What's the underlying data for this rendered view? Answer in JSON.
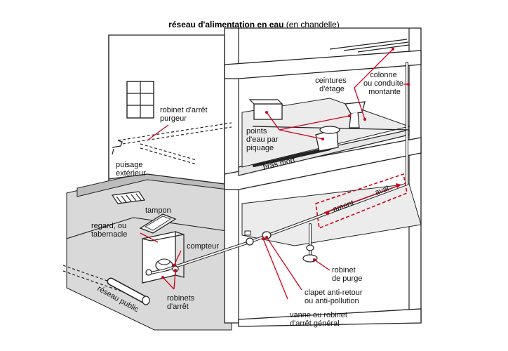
{
  "title": {
    "bold": "réseau d'alimentation en eau",
    "normal": " (en chandelle)"
  },
  "labels": {
    "robinet_arret_purgeur": [
      "robinet d'arrêt",
      "purgeur"
    ],
    "puisage_exterieur": [
      "puisage",
      "extérieur"
    ],
    "tampon": "tampon",
    "regard": [
      "regard, ou",
      "tabernacle"
    ],
    "compteur": "compteur",
    "robinets_arret": [
      "robinets",
      "d'arrêt"
    ],
    "reseau_public": "réseau public",
    "ceintures": [
      "ceintures",
      "d'étage"
    ],
    "colonne": [
      "colonne",
      "ou conduite",
      "montante"
    ],
    "points_eau": [
      "points",
      "d'eau par",
      "piquage"
    ],
    "bras_mort": "bras mort",
    "amont": "amont",
    "aval": "aval",
    "robinet_purge": [
      "robinet",
      "de purge"
    ],
    "clapet": [
      "clapet anti-retour",
      "ou anti-pollution"
    ],
    "vanne": [
      "vanne ou robinet",
      "d'arrêt général"
    ]
  },
  "colors": {
    "annotation": "#d0021b",
    "floor": "#e6e6e6",
    "ground": "#d9d9d9",
    "line": "#222222"
  }
}
